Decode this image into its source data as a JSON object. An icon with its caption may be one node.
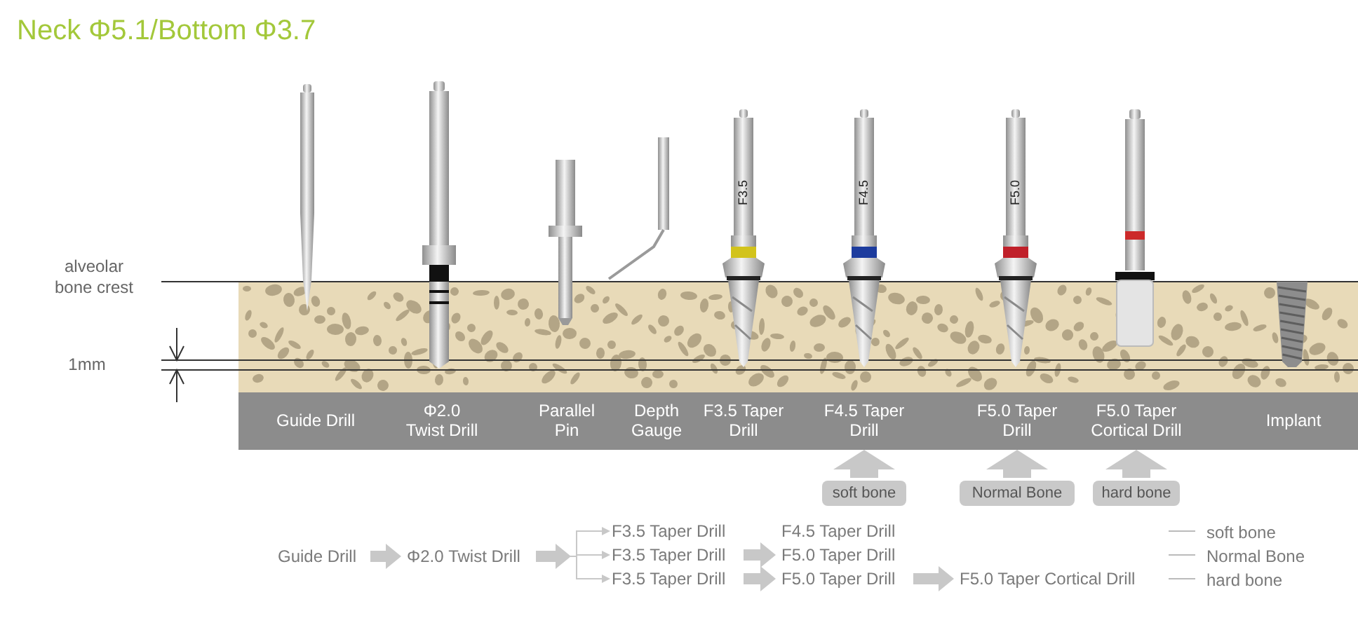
{
  "diagram": {
    "title": "Neck Φ5.1/Bottom Φ3.7",
    "nodes": [
      {
        "text": [
          "Guide Drill"
        ]
      },
      {
        "text": [
          "Φ2.0 Twist Drill"
        ]
      },
      {
        "text": [
          "Parallel Pin"
        ]
      },
      {
        "text": [
          "Depth Gauge"
        ]
      },
      {
        "text": [
          "F3.5 Taper Drill"
        ]
      },
      {
        "text": [
          "F4.5 Taper Drill"
        ]
      },
      {
        "text": [
          "F5.0 Taper Drill"
        ]
      },
      {
        "text": [
          "F5.0 Taper Cortical Drill"
        ]
      },
      {
        "text": [
          "Implant"
        ]
      },
      {
        "text": [
          "soft bone"
        ]
      },
      {
        "text": [
          "Normal Bone"
        ]
      },
      {
        "text": [
          "hard bone"
        ]
      },
      {
        "text": [
          "Guide Drill"
        ]
      },
      {
        "text": [
          "Φ2.0 Twist Drill"
        ]
      },
      {
        "text": [
          "F3.5 Taper Drill"
        ]
      },
      {
        "text": [
          "F4.5 Taper Drill"
        ]
      },
      {
        "text": [
          "F3.5 Taper Drill"
        ]
      },
      {
        "text": [
          "F5.0 Taper Drill"
        ]
      },
      {
        "text": [
          "F3.5 Taper Drill"
        ]
      },
      {
        "text": [
          "F5.0 Taper Drill"
        ]
      },
      {
        "text": [
          "F5.0 Taper Cortical Drill"
        ]
      }
    ],
    "edges": [
      {
        "from": 9,
        "to": 5,
        "arrow": "to",
        "style": "thick"
      },
      {
        "from": 10,
        "to": 6,
        "arrow": "to",
        "style": "thick"
      },
      {
        "from": 11,
        "to": 7,
        "arrow": "to",
        "style": "thick"
      },
      {
        "from": 12,
        "to": 13,
        "arrow": "to"
      },
      {
        "from": 13,
        "to": 14,
        "arrow": "to"
      },
      {
        "from": 13,
        "to": 16,
        "arrow": "to"
      },
      {
        "from": 13,
        "to": 18,
        "arrow": "to"
      },
      {
        "from": 16,
        "to": 17,
        "arrow": "to"
      },
      {
        "from": 18,
        "to": 19,
        "arrow": "to"
      },
      {
        "from": 19,
        "to": 20,
        "arrow": "to"
      }
    ],
    "labels": [
      "alveolar bone crest",
      "1mm",
      "F3.5",
      "F4.5",
      "F5.0",
      "soft bone",
      "Normal Bone",
      "hard bone"
    ]
  }
}
